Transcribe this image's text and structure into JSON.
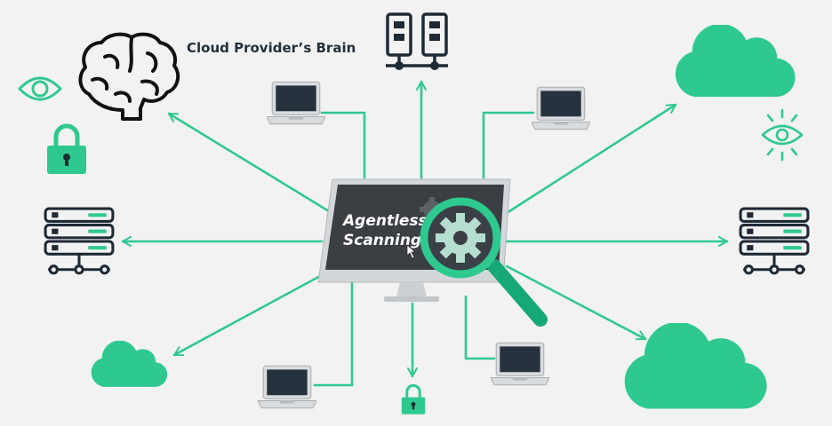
{
  "brain_label": "Cloud Provider’s Brain",
  "center": {
    "line1": "Agentless",
    "line2": "Scanning"
  },
  "colors": {
    "accent": "#2ec98f",
    "accent_dark": "#16a975",
    "outline": "#1e2a35",
    "screen": "#3b3f44",
    "device": "#d9dcde",
    "background": "#f2f2f2"
  },
  "icons": [
    "brain-icon",
    "eye-icon",
    "padlock-icon",
    "server-rack-icon",
    "cloud-icon",
    "laptop-icon",
    "network-servers-icon",
    "monitor-icon",
    "magnifier-icon",
    "gear-icon",
    "cursor-icon"
  ]
}
